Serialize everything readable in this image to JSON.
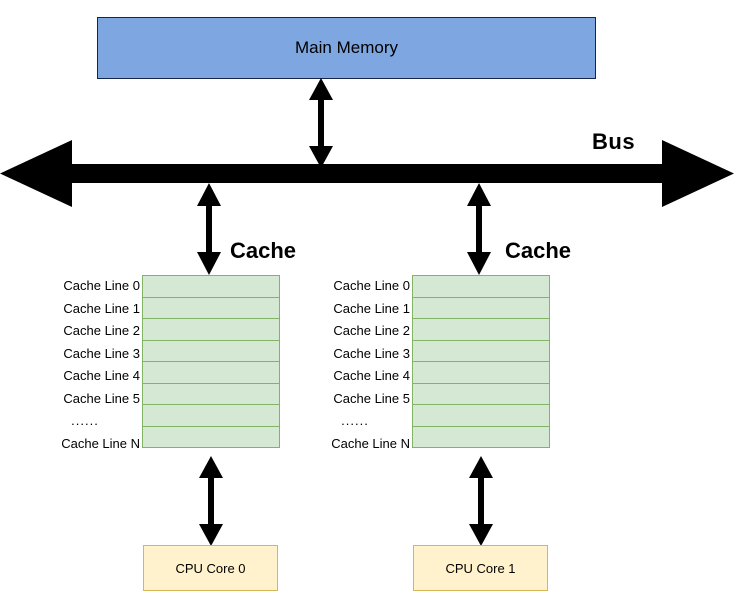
{
  "diagram": {
    "title": "CPU cache / bus architecture diagram",
    "main_memory": {
      "label": "Main Memory",
      "fill": "#7EA6E0",
      "stroke": "#15244a"
    },
    "bus": {
      "label": "Bus",
      "color": "#000000",
      "direction": "bidirectional-horizontal"
    },
    "cache_label": "Cache",
    "cache_colors": {
      "fill": "#D5E8D4",
      "stroke": "#82B366"
    },
    "cpu_colors": {
      "fill": "#FFF2CC",
      "stroke": "#D6B656"
    },
    "cache_lines": [
      "Cache Line 0",
      "Cache Line 1",
      "Cache Line 2",
      "Cache Line 3",
      "Cache Line 4",
      "Cache Line 5",
      "......",
      "Cache Line N"
    ],
    "caches": [
      {
        "side": "left",
        "label": "Cache",
        "lines": [
          "Cache Line 0",
          "Cache Line 1",
          "Cache Line 2",
          "Cache Line 3",
          "Cache Line 4",
          "Cache Line 5",
          "......",
          "Cache Line N"
        ],
        "core": "CPU Core 0"
      },
      {
        "side": "right",
        "label": "Cache",
        "lines": [
          "Cache Line 0",
          "Cache Line 1",
          "Cache Line 2",
          "Cache Line 3",
          "Cache Line 4",
          "Cache Line 5",
          "......",
          "Cache Line N"
        ],
        "core": "CPU Core 1"
      }
    ],
    "cores": [
      {
        "label": "CPU Core 0"
      },
      {
        "label": "CPU Core 1"
      }
    ],
    "connections": [
      {
        "name": "memory-to-bus",
        "type": "double-arrow-vertical"
      },
      {
        "name": "bus-to-left-cache",
        "type": "double-arrow-vertical"
      },
      {
        "name": "bus-to-right-cache",
        "type": "double-arrow-vertical"
      },
      {
        "name": "left-cache-to-core0",
        "type": "double-arrow-vertical"
      },
      {
        "name": "right-cache-to-core1",
        "type": "double-arrow-vertical"
      }
    ]
  }
}
